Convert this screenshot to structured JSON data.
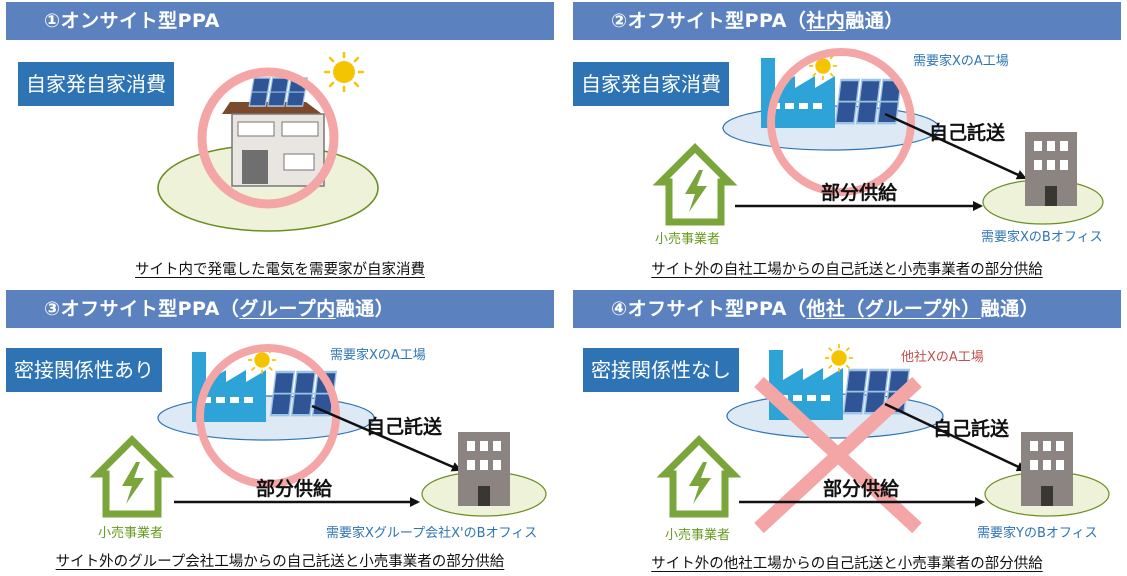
{
  "panels": [
    {
      "title": "①オンサイト型PPA",
      "badge": "自家発自家消費",
      "caption": "サイト内で発電した電気を需要家が自家消費"
    },
    {
      "title_prefix": "②オフサイト型PPA（",
      "title_underlined": "社内",
      "title_suffix": "融通）",
      "badge": "自家発自家消費",
      "factory_label": "需要家XのA工場",
      "self_transmission": "自己託送",
      "partial_supply": "部分供給",
      "retailer_label": "小売事業者",
      "office_label": "需要家XのBオフィス",
      "caption": "サイト外の自社工場からの自己託送と小売事業者の部分供給"
    },
    {
      "title_prefix": "③オフサイト型PPA（",
      "title_underlined": "グループ内",
      "title_suffix": "融通）",
      "badge": "密接関係性あり",
      "factory_label": "需要家XのA工場",
      "self_transmission": "自己託送",
      "partial_supply": "部分供給",
      "retailer_label": "小売事業者",
      "office_label": "需要家Xグループ会社X'のBオフィス",
      "caption": "サイト外のグループ会社工場からの自己託送と小売事業者の部分供給"
    },
    {
      "title_prefix": "④オフサイト型PPA（",
      "title_underlined": "他社（グループ外）",
      "title_suffix": "融通）",
      "badge": "密接関係性なし",
      "factory_label": "他社XのA工場",
      "self_transmission": "自己託送",
      "partial_supply": "部分供給",
      "retailer_label": "小売事業者",
      "office_label": "需要家YのBオフィス",
      "caption": "サイト外の他社工場からの自己託送と小売事業者の部分供給"
    }
  ],
  "colors": {
    "header": "#5b82bf",
    "badge": "#2e74b5",
    "ok_circle": "#f4a6a6",
    "ng_cross": "#f4a6a6",
    "factory": "#2ea3d8",
    "panel_blue": "#2f5597",
    "house_green": "#7aa53a",
    "ground_green": "#eef2d8",
    "ground_blue": "#dde9f5",
    "office_gray": "#8c8480",
    "sun": "#f5c400"
  },
  "icons": [
    "sun-icon",
    "house-icon",
    "factory-icon",
    "solar-panel-icon",
    "retailer-house-icon",
    "office-building-icon",
    "arrow-icon",
    "circle-ok-icon",
    "cross-ng-icon"
  ]
}
